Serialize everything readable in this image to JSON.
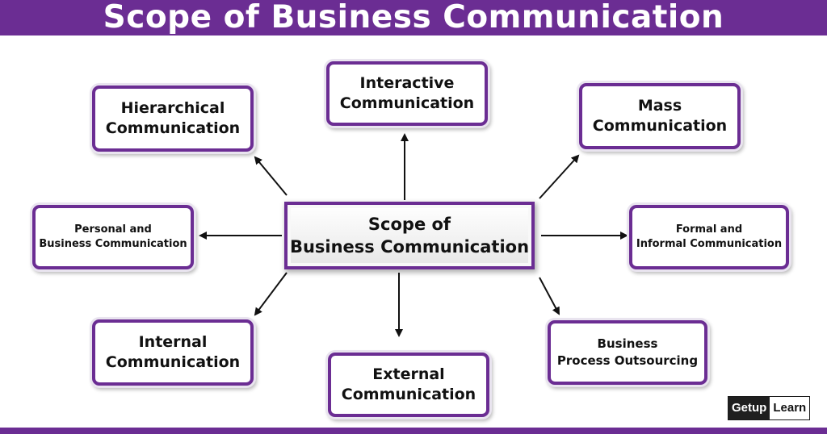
{
  "header": {
    "title": "Scope of Business Communication"
  },
  "center": {
    "label": "Scope of\nBusiness Communication"
  },
  "nodes": {
    "interactive": "Interactive\nCommunication",
    "hierarchical": "Hierarchical\nCommunication",
    "mass": "Mass\nCommunication",
    "personal": "Personal and\nBusiness Communication",
    "formal": "Formal and\nInformal Communication",
    "internal": "Internal\nCommunication",
    "external": "External\nCommunication",
    "bpo": "Business\nProcess Outsourcing"
  },
  "logo": {
    "part1": "Getup",
    "part2": "Learn"
  },
  "colors": {
    "accent": "#6b2d93",
    "arrow": "#111111"
  }
}
